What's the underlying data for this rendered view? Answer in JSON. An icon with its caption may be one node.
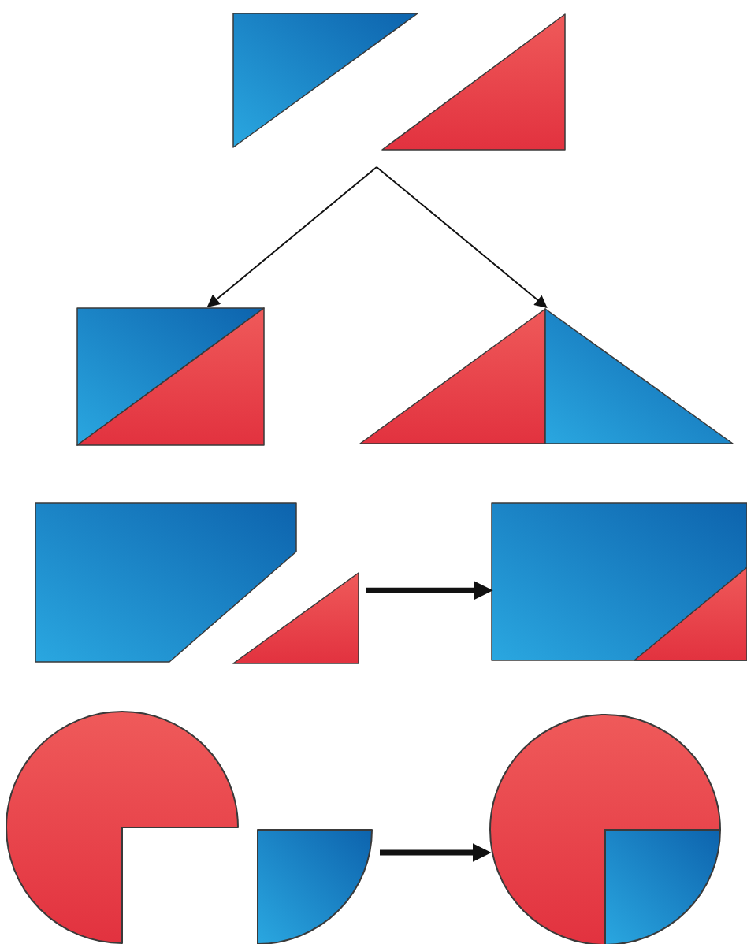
{
  "diagram": {
    "nodes": [
      {
        "text": [],
        "shape": "triangle"
      },
      {
        "text": [],
        "shape": "triangle"
      },
      {
        "text": [],
        "shape": "box"
      },
      {
        "text": [],
        "shape": "triangle"
      },
      {
        "text": [],
        "shape": "polygon"
      },
      {
        "text": [],
        "shape": "triangle"
      },
      {
        "text": [],
        "shape": "box"
      },
      {
        "text": [],
        "shape": "circle"
      },
      {
        "text": [],
        "shape": "sector"
      },
      {
        "text": [],
        "shape": "circle"
      }
    ],
    "edges": [
      {
        "from": null,
        "to": 2,
        "arrow": "to"
      },
      {
        "from": null,
        "to": 3,
        "arrow": "to"
      },
      {
        "from": 5,
        "to": 6,
        "arrow": "to",
        "style": "thick"
      },
      {
        "from": 8,
        "to": 9,
        "arrow": "to",
        "style": "thick"
      }
    ]
  }
}
